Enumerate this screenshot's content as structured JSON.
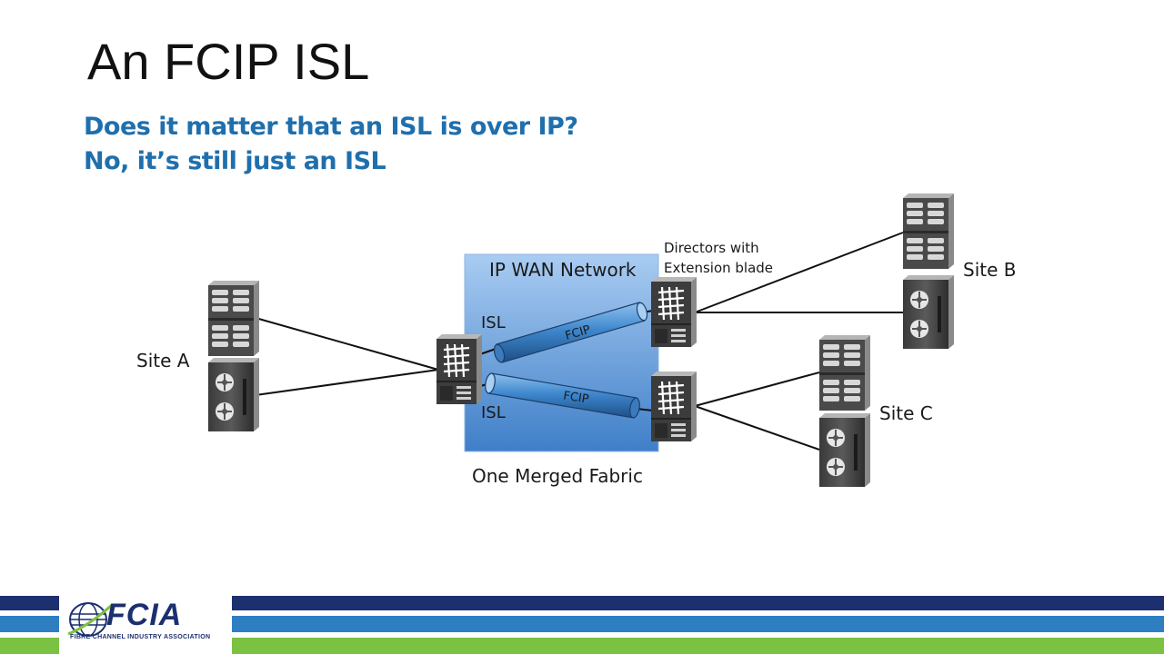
{
  "slide": {
    "title": "An FCIP ISL",
    "subtitle_line1": "Does it matter that an ISL is over IP?",
    "subtitle_line2": "No, it’s still just an ISL"
  },
  "diagram": {
    "site_a": "Site A",
    "site_b": "Site B",
    "site_c": "Site C",
    "wan_label": "IP WAN Network",
    "directors_line1": "Directors with",
    "directors_line2": "Extension blade",
    "isl_top": "ISL",
    "isl_bottom": "ISL",
    "fcip_top": "FCIP",
    "fcip_bottom": "FCIP",
    "fabric_label": "One Merged Fabric"
  },
  "footer": {
    "logo_text": "FCIA",
    "logo_subtext": "FIBRE CHANNEL INDUSTRY ASSOCIATION"
  },
  "colors": {
    "accent_blue": "#1f6fad",
    "navy": "#1c2f6e",
    "stripe_blue": "#2e7fc1",
    "stripe_green": "#7cc242"
  }
}
